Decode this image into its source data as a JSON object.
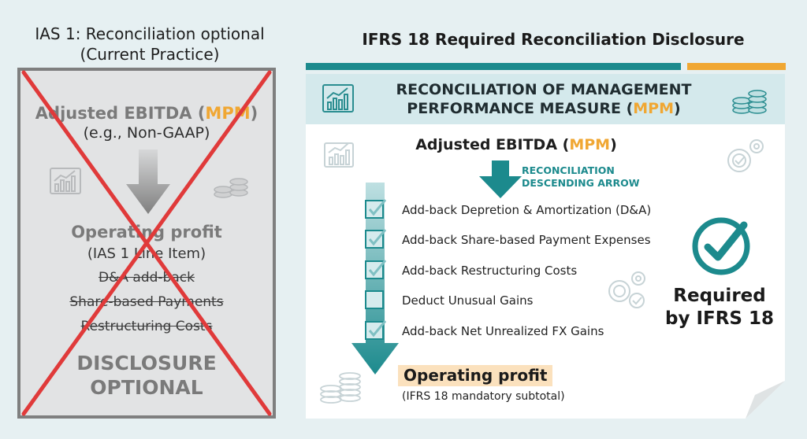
{
  "left": {
    "title_line1": "IAS 1: Reconciliation optional",
    "title_line2": "(Current Practice)",
    "ebitda_label": "Adjusted EBITDA (",
    "mpm": "MPM",
    "close_paren": ")",
    "non_gaap": "(e.g., Non-GAAP)",
    "operating_profit": "Operating profit",
    "ias_line_item": "(IAS 1 Line Item)",
    "struck_items": [
      "D&A add-back",
      "Share-based Payments",
      "Restructuring Costs"
    ],
    "disclosure_line1": "DISCLOSURE",
    "disclosure_line2": "OPTIONAL"
  },
  "right": {
    "title": "IFRS 18 Required Reconciliation Disclosure",
    "header_line1": "RECONCILIATION OF MANAGEMENT",
    "header_line2": "PERFORMANCE MEASURE (",
    "mpm": "MPM",
    "close_paren": ")",
    "ebitda_label": "Adjusted EBITDA (",
    "arrow_label_line1": "RECONCILIATION",
    "arrow_label_line2": "DESCENDING ARROW",
    "items": [
      {
        "label": "Add-back Depretion & Amortization (D&A)",
        "checked": true
      },
      {
        "label": "Add-back Share-based Payment Expenses",
        "checked": true
      },
      {
        "label": "Add-back Restructuring Costs",
        "checked": true
      },
      {
        "label": "Deduct Unusual Gains",
        "checked": false
      },
      {
        "label": "Add-back Net Unrealized FX Gains",
        "checked": true
      }
    ],
    "operating_profit": "Operating profit",
    "operating_profit_sub": "(IFRS 18 mandatory subtotal)",
    "required_line1": "Required",
    "required_line2": "by IFRS 18"
  },
  "icons": [
    "growth-chart-icon",
    "coin-stack-icon",
    "gear-check-icon",
    "check-circle-icon",
    "down-arrow-icon"
  ],
  "colors": {
    "teal": "#1c8a8d",
    "orange": "#f0a733",
    "red_cross": "#e03a3a",
    "gray": "#7a7a7a"
  }
}
